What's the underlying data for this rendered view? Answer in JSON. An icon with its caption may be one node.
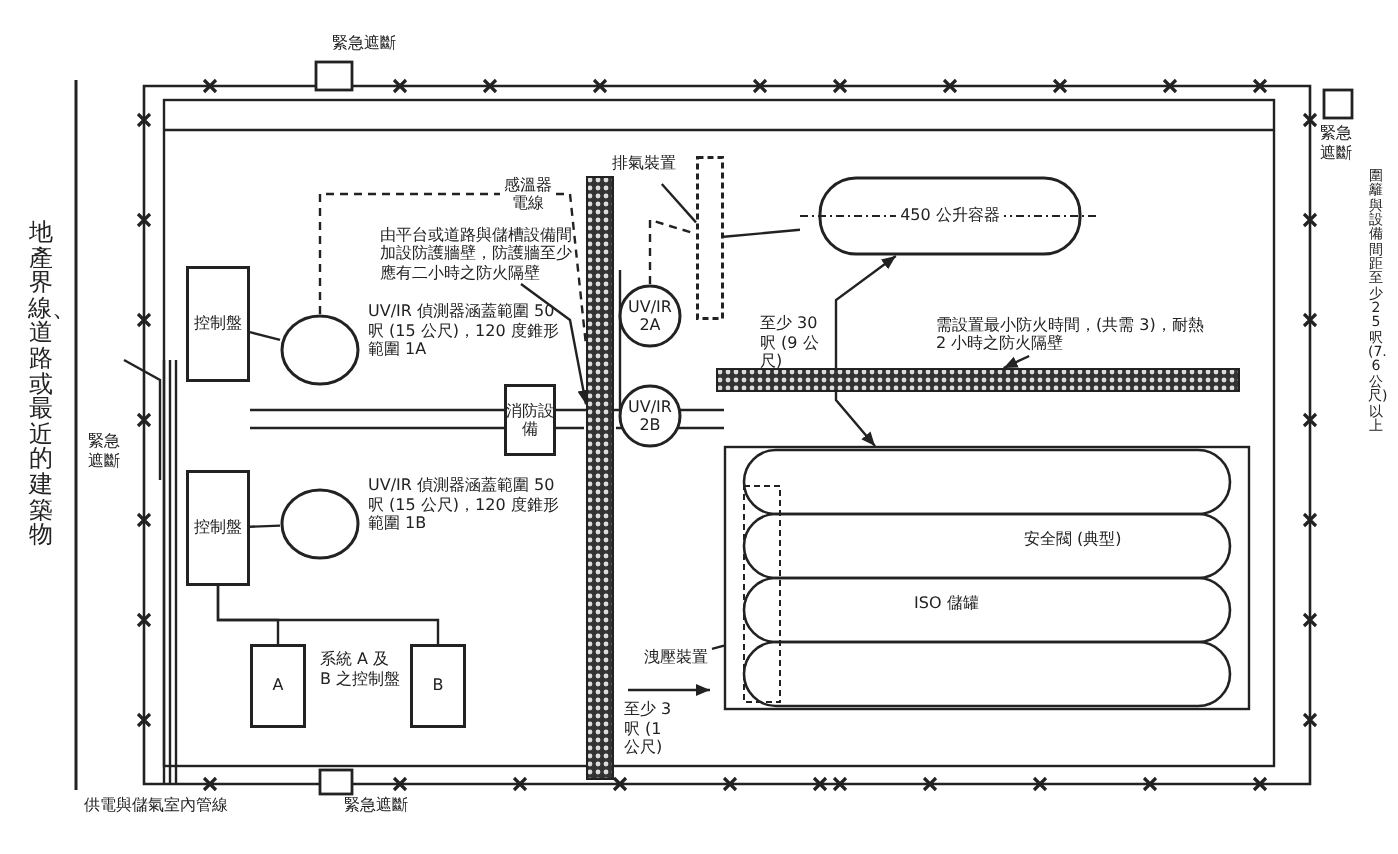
{
  "diagram": {
    "nodes": [
      {
        "text": [
          "控制盤"
        ]
      },
      {
        "text": [
          "控制盤"
        ]
      },
      {
        "text": [],
        "shape": "circle",
        "beside": [
          "UV/IR 偵測器涵蓋範圍 50 呎 (15 公尺)，120 度錐形範圍 1A"
        ]
      },
      {
        "text": [],
        "shape": "circle",
        "beside": [
          "UV/IR 偵測器涵蓋範圍 50 呎 (15 公尺)，120 度錐形範圍 1B"
        ]
      },
      {
        "text": [
          "UV/IR 2A"
        ]
      },
      {
        "text": [
          "UV/IR 2B"
        ]
      },
      {
        "text": [
          "消防設備"
        ]
      },
      {
        "text": [
          "A"
        ]
      },
      {
        "text": [
          "B"
        ]
      },
      {
        "text": [
          "450 公升容器"
        ]
      },
      {
        "text": [
          "安全閥 (典型)",
          "ISO 儲罐"
        ]
      },
      {
        "text": [],
        "shape": "bar"
      },
      {
        "text": [],
        "shape": "bar"
      },
      {
        "text": [],
        "shape": "box"
      },
      {
        "text": [
          "排氣裝置"
        ]
      },
      {
        "text": [
          "由平台或道路與儲槽設備間加設防護牆壁，防護牆至少應有二小時之防火隔壁"
        ]
      },
      {
        "text": [
          "需設置最小防火時間，(共需 3)，耐熱 2 小時之防火隔壁"
        ]
      },
      {
        "text": [
          "洩壓裝置"
        ]
      },
      {
        "text": [
          "感溫器電線"
        ]
      }
    ],
    "edges": [
      {
        "from": 0,
        "to": 2,
        "arrow": "none"
      },
      {
        "from": 1,
        "to": 3,
        "arrow": "none"
      },
      {
        "from": 1,
        "to": 7,
        "arrow": "none"
      },
      {
        "from": 1,
        "to": 8,
        "arrow": "none"
      },
      {
        "from": 14,
        "to": 13,
        "arrow": "none"
      },
      {
        "from": 15,
        "to": 11,
        "arrow": "to"
      },
      {
        "from": 16,
        "to": 12,
        "arrow": "to"
      },
      {
        "from": 17,
        "to": 10,
        "arrow": "none"
      },
      {
        "from": 4,
        "to": 13,
        "arrow": "none",
        "style": "dashed"
      },
      {
        "from": 13,
        "to": 9,
        "arrow": "none"
      },
      {
        "from": 2,
        "to": 18,
        "arrow": "none",
        "style": "dashed"
      },
      {
        "from": 18,
        "to": 11,
        "arrow": "none",
        "style": "dashed"
      },
      {
        "from": 9,
        "to": 10,
        "arrow": "both"
      }
    ],
    "labels": [
      "緊急遮斷",
      "緊急遮斷",
      "地產界線、道路或最近的建築物",
      "圍籬與設備間距至少 25 呎 (7.6 公尺) 以上",
      "至少 30 呎 (9 公尺)",
      "緊急遮斷",
      "系統 A 及 B 之控制盤",
      "至少 3 呎 (1 公尺)",
      "供電與儲氣室內管線",
      "緊急遮斷"
    ]
  }
}
